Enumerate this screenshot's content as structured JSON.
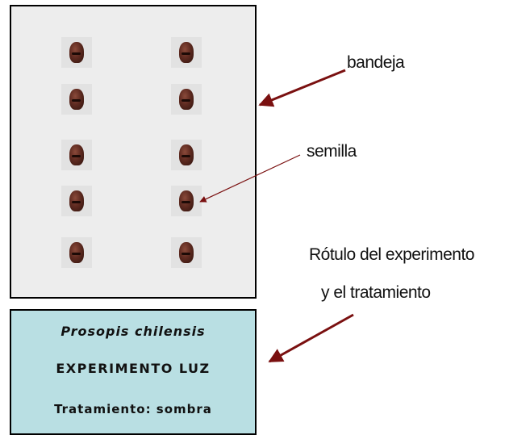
{
  "callouts": {
    "tray": "bandeja",
    "seed": "semilla",
    "label_line1": "Rótulo del experimento",
    "label_line2": "y el tratamiento"
  },
  "label": {
    "species": "Prosopis chilensis",
    "experiment": "EXPERIMENTO LUZ",
    "treatment": "Tratamiento: sombra"
  },
  "seeds": {
    "rows": 5,
    "columns": 2,
    "count": 10
  },
  "colors": {
    "arrow": "#7a1010",
    "label_background": "#b9dfe3",
    "tray_background": "#ededed",
    "seed": "#5e2a20"
  }
}
